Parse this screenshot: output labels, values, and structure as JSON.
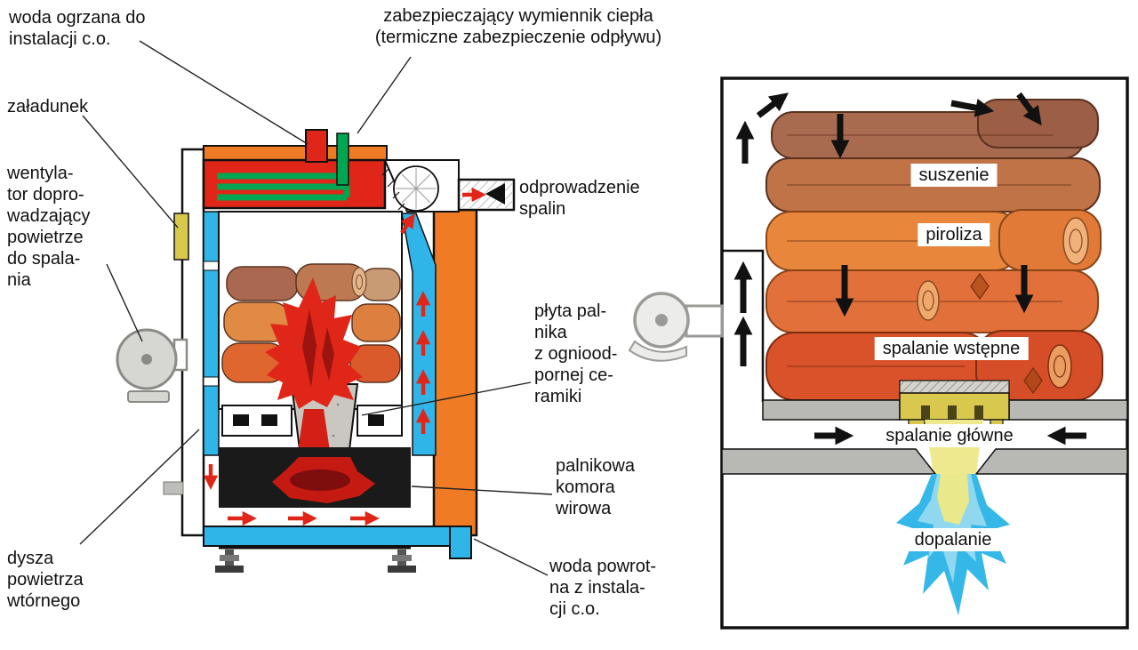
{
  "labels": {
    "woda_ogrzana": "woda ogrzana do\ninstalacji c.o.",
    "zabezpieczajacy": "zabezpieczający wymiennik ciepła\n(termiczne zabezpieczenie odpływu)",
    "zaladunek": "załadunek",
    "wentylator": "wentyla-\ntor dopro-\nwadzający\npowietrze\ndo spala-\nnia",
    "odprowadzenie": "odprowadzenie\nspalin",
    "plyta_palnika": "płyta pal-\nnika\nz ogniood-\npornej ce-\nramiki",
    "palnikowa": "palnikowa\nkomora\nwirowa",
    "woda_powrotna": "woda powrot-\nna z instala-\ncji c.o.",
    "dysza": "dysza\npowietrza\nwtórnego"
  },
  "process_labels": {
    "suszenie": "suszenie",
    "piroliza": "piroliza",
    "spalanie_wstepne": "spalanie wstępne",
    "spalanie_glowne": "spalanie główne",
    "dopalanie": "dopalanie"
  },
  "colors": {
    "shell_orange": "#ef7c24",
    "hot_water_red": "#e02618",
    "heat_exchanger_green": "#00a651",
    "water_blue": "#2fb5e8",
    "ceramic_yellow": "#d9c84e",
    "flame_cyan": "#35b8e8",
    "chamber_black": "#1a1a1a",
    "plate_gray": "#b8b8b4"
  }
}
